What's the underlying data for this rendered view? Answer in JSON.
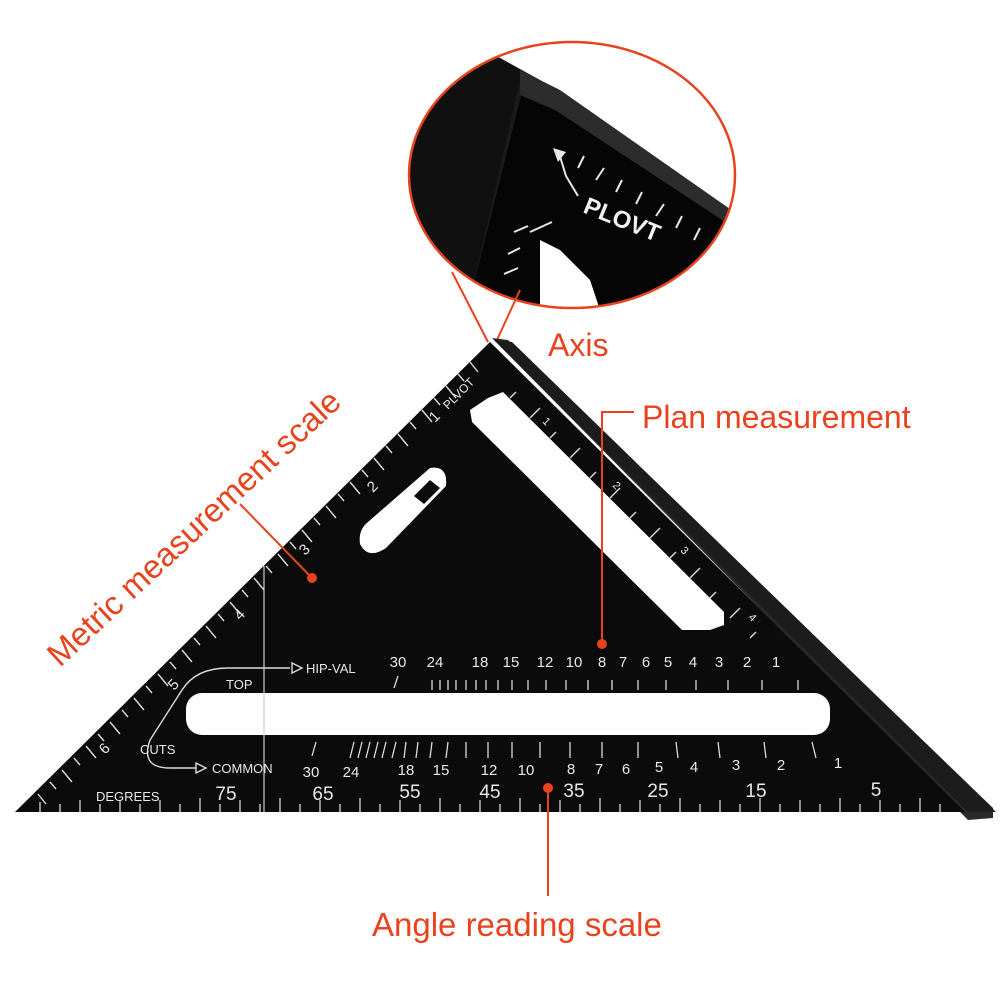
{
  "labels": {
    "axis": "Axis",
    "plan": "Plan measurement",
    "metric": "Metric measurement scale",
    "angle": "Angle reading scale"
  },
  "zoom": {
    "pivot_text": "PLOVT"
  },
  "square": {
    "pivot_text": "PLVOT",
    "top_text": "TOP",
    "hipval_text": "HIP-VAL",
    "cuts_text": "CUTS",
    "common_text": "COMMON",
    "degrees_text": "DEGREES",
    "left_edge_numbers": [
      "1",
      "2",
      "3",
      "4",
      "5",
      "6"
    ],
    "right_edge_numbers": [
      "1",
      "2",
      "3",
      "4"
    ],
    "hip_row": [
      "30",
      "24",
      "18",
      "15",
      "12",
      "10",
      "8",
      "7",
      "6",
      "5",
      "4",
      "3",
      "2",
      "1"
    ],
    "common_row": [
      "30",
      "24",
      "18",
      "15",
      "12",
      "10",
      "8",
      "7",
      "6",
      "5",
      "4",
      "3",
      "2",
      "1"
    ],
    "degree_row": [
      "75",
      "65",
      "55",
      "45",
      "35",
      "25",
      "15",
      "5"
    ]
  },
  "colors": {
    "accent": "#e8431e",
    "tool": "#0d0d0d",
    "markings": "#e8e8e8"
  }
}
